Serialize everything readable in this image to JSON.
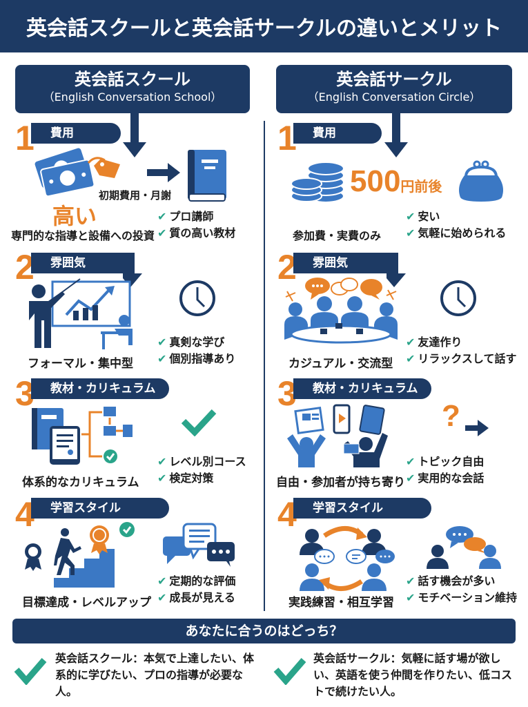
{
  "title": "英会話スクールと英会話サークルの違いとメリット",
  "colors": {
    "navy": "#1d3a64",
    "blue": "#3b78c4",
    "orange": "#e8832a",
    "teal": "#2aa48a"
  },
  "school": {
    "title": "英会話スクール",
    "subtitle": "（English Conversation School）",
    "sections": [
      {
        "num": "1",
        "heading": "費用",
        "price_label": "初期費用・月謝",
        "big_text": "高い",
        "caption": "専門的な指導と設備への投資",
        "checks": [
          "プロ講師",
          "質の高い教材"
        ],
        "icons": [
          "money-tag-icon",
          "arrow-right-icon",
          "book-icon"
        ]
      },
      {
        "num": "2",
        "heading": "雰囲気",
        "caption": "フォーマル・集中型",
        "checks": [
          "真剣な学び",
          "個別指導あり"
        ],
        "icons": [
          "teacher-whiteboard-icon",
          "clock-icon"
        ]
      },
      {
        "num": "3",
        "heading": "教材・カリキュラム",
        "caption": "体系的なカリキュラム",
        "checks": [
          "レベル別コース",
          "検定対策"
        ],
        "icons": [
          "curriculum-flow-icon",
          "checkmark-icon"
        ]
      },
      {
        "num": "4",
        "heading": "学習スタイル",
        "caption": "目標達成・レベルアップ",
        "checks": [
          "定期的な評価",
          "成長が見える"
        ],
        "icons": [
          "stairs-achievement-icon",
          "feedback-bubbles-icon"
        ]
      }
    ]
  },
  "circle": {
    "title": "英会話サークル",
    "subtitle": "（English Conversation Circle）",
    "sections": [
      {
        "num": "1",
        "heading": "費用",
        "price_big": "500",
        "price_unit": "円前後",
        "caption": "参加費・実費のみ",
        "checks": [
          "安い",
          "気軽に始められる"
        ],
        "icons": [
          "coins-icon",
          "coin-purse-icon"
        ]
      },
      {
        "num": "2",
        "heading": "雰囲気",
        "caption": "カジュアル・交流型",
        "checks": [
          "友達作り",
          "リラックスして話す"
        ],
        "icons": [
          "group-chat-table-icon",
          "clock-icon"
        ]
      },
      {
        "num": "3",
        "heading": "教材・カリキュラム",
        "caption": "自由・参加者が持ち寄り",
        "checks": [
          "トピック自由",
          "実用的な会話"
        ],
        "icons": [
          "bring-materials-icon",
          "question-arrow-icon"
        ]
      },
      {
        "num": "4",
        "heading": "学習スタイル",
        "caption": "実践練習・相互学習",
        "checks": [
          "話す機会が多い",
          "モチベーション維持"
        ],
        "icons": [
          "peer-exchange-icon",
          "conversation-icon"
        ]
      }
    ]
  },
  "footer": {
    "question": "あなたに合うのはどっち？",
    "school_rec": "英会話スクール：本気で上達したい、体系的に学びたい、プロの指導が必要な人。",
    "circle_rec": "英会話サークル：気軽に話す場が欲しい、英語を使う仲間を作りたい、低コストで続けたい人。"
  },
  "check_glyph": "✔"
}
